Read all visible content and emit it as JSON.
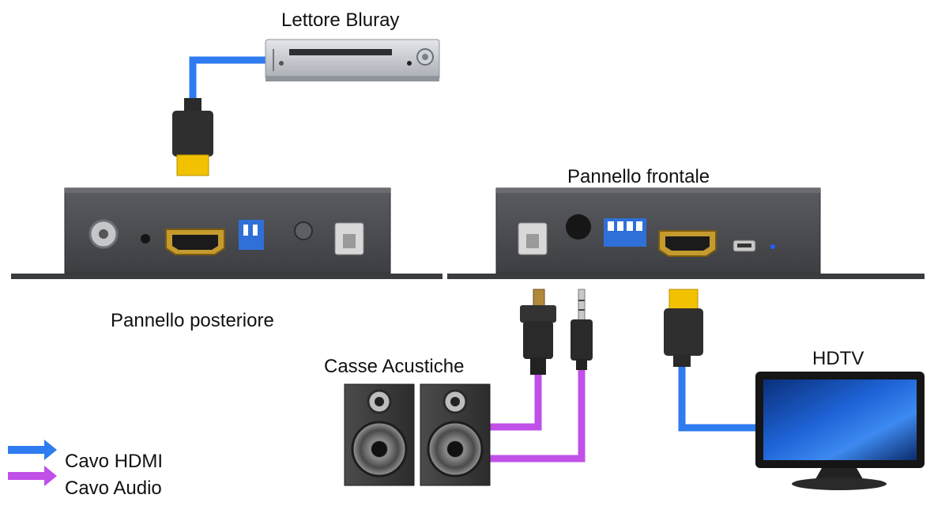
{
  "labels": {
    "bluray": "Lettore Bluray",
    "rear_panel": "Pannello posteriore",
    "front_panel": "Pannello frontale",
    "speakers": "Casse Acustiche",
    "tv": "HDTV"
  },
  "legend": [
    {
      "label": "Cavo HDMI",
      "color": "#2f7bf0",
      "icon": "arrow-right-icon"
    },
    {
      "label": "Cavo Audio",
      "color": "#c050e8",
      "icon": "arrow-right-icon"
    }
  ],
  "colors": {
    "hdmi_cable": "#2f7bf0",
    "audio_cable": "#c050e8",
    "device_body": "#4a4c51",
    "hdmi_connector": "#f2c200"
  }
}
